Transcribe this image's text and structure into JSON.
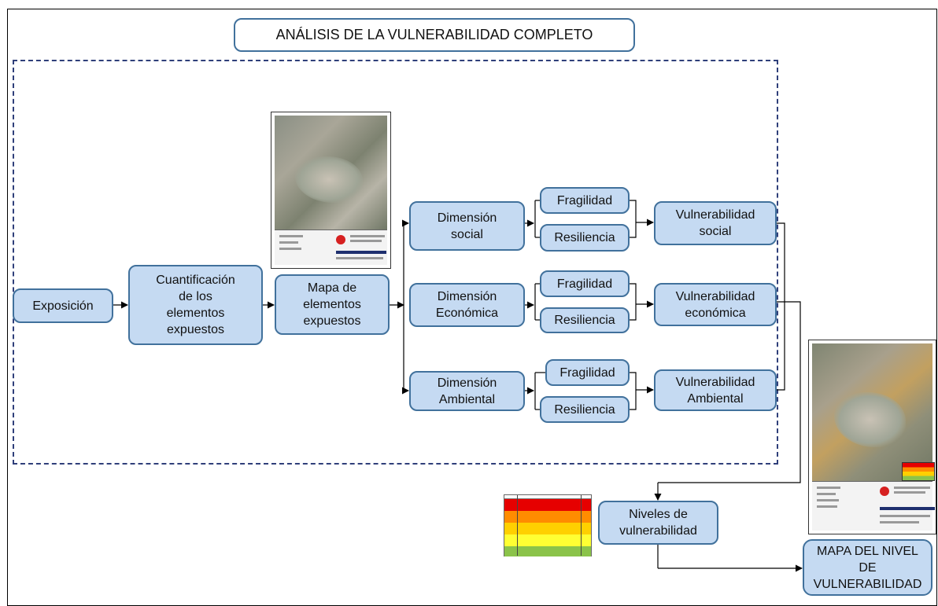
{
  "diagram": {
    "title": "ANÁLISIS DE LA VULNERABILIDAD COMPLETO",
    "flow": {
      "exposicion": "Exposición",
      "cuantificacion": "Cuantificación\nde los\nelementos\nexpuestos",
      "mapa_elementos": "Mapa de\nelementos\nexpuestos"
    },
    "dimensions": [
      {
        "label": "Dimensión\nsocial",
        "fragilidad": "Fragilidad",
        "resiliencia": "Resiliencia",
        "result": "Vulnerabilidad\nsocial"
      },
      {
        "label": "Dimensión\nEconómica",
        "fragilidad": "Fragilidad",
        "resiliencia": "Resiliencia",
        "result": "Vulnerabilidad\neconómica"
      },
      {
        "label": "Dimensión\nAmbiental",
        "fragilidad": "Fragilidad",
        "resiliencia": "Resiliencia",
        "result": "Vulnerabilidad\nAmbiental"
      }
    ],
    "niveles": "Niveles de\nvulnerabilidad",
    "mapa_nivel": "MAPA DEL NIVEL\nDE\nVULNERABILIDAD",
    "thumbnails": {
      "map1_title": "MAPA DE ELEMENTOS EXPUESTOS",
      "map2_title": "MAPA DE VULNERABILIDAD"
    },
    "risk_table_colors": [
      "#E60000",
      "#FF8C00",
      "#FFD000",
      "#FFFF33",
      "#8BC34A"
    ],
    "colors": {
      "box_fill": "#C5DAF2",
      "box_border": "#41719C",
      "dashed_border": "#2F3F7A",
      "connector": "#000000"
    }
  }
}
